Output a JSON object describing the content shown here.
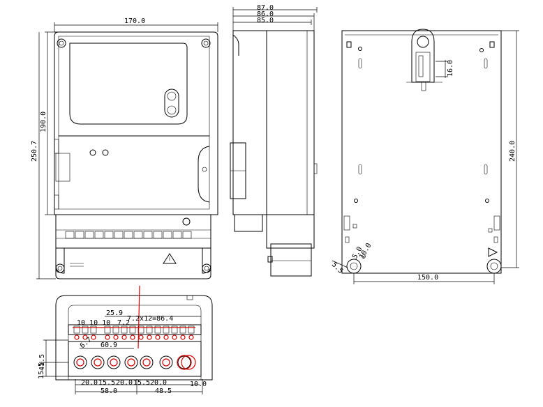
{
  "front_view": {
    "width_label": "170.0",
    "height_label": "190.0",
    "total_height_label": "250.7"
  },
  "side_view": {
    "depth_1": "87.0",
    "depth_2": "86.0",
    "depth_3": "85.0"
  },
  "back_view": {
    "hook_label": "16.0",
    "height_label": "240.0",
    "width_label": "150.0",
    "hole_a": "5.5",
    "hole_b": "5.0",
    "hole_c": "10.0"
  },
  "terminal_view": {
    "pitch_label": "25.9",
    "span_label": "7.2x12=86.4",
    "small_pitch": "7.2",
    "group_pitch": "10 10 10",
    "width_label": "60.9",
    "hole_label": "6.7",
    "height_a": "41.5",
    "height_b": "15.5",
    "spacing_1": "20.0",
    "spacing_2": "15.5",
    "spacing_3": "20.0",
    "spacing_4": "15.5",
    "spacing_5": "20.0",
    "offset_right": "10.0",
    "total_left": "58.0",
    "total_right": "48.5"
  }
}
